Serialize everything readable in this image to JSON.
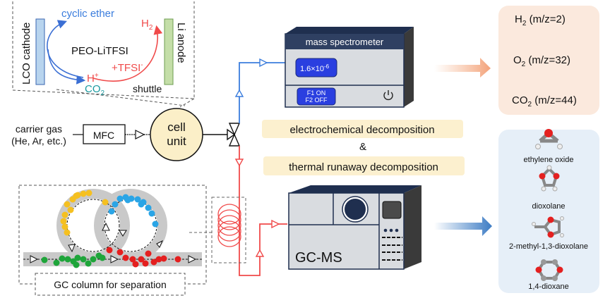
{
  "inset_top": {
    "cathode_label": "LCO cathode",
    "anode_label": "Li anode",
    "electrolyte_label": "PEO-LiTFSI",
    "cyclic_ether_label": "cyclic ether",
    "co2_label": "CO",
    "co2_sub": "2",
    "h2_label": "H",
    "h2_sub": "2",
    "h_plus_label": "H",
    "h_plus_sup": "+",
    "tfsi_label": "+TFSI",
    "tfsi_sup": "-",
    "shuttle_label": "shuttle"
  },
  "flow": {
    "carrier_gas_line1": "carrier gas",
    "carrier_gas_line2": "(He, Ar, etc.)",
    "mfc_label": "MFC",
    "cell_line1": "cell",
    "cell_line2": "unit"
  },
  "mass_spec": {
    "title": "mass spectrometer",
    "reading": "1.6×10",
    "reading_exp": "-6",
    "filament_line1": "F1 ON",
    "filament_line2": "F2 OFF",
    "power_icon": "power-icon"
  },
  "decomposition": {
    "line1": "electrochemical decomposition",
    "amp": "&",
    "line2": "thermal runaway decomposition"
  },
  "gcms": {
    "label": "GC-MS"
  },
  "gc_column": {
    "label": "GC column for separation"
  },
  "ms_products": [
    {
      "name": "H",
      "sub": "2",
      "mz": " (m/z=2)"
    },
    {
      "name": "O",
      "sub": "2",
      "mz": " (m/z=32)"
    },
    {
      "name": "CO",
      "sub": "2",
      "mz": " (m/z=44)"
    }
  ],
  "gc_products": [
    {
      "name": "ethylene oxide"
    },
    {
      "name": "dioxolane"
    },
    {
      "name": "2-methyl-1,3-dioxolane"
    },
    {
      "name": "1,4-dioxane"
    }
  ],
  "colors": {
    "blue_line": "#3b7ddd",
    "red_line": "#f04a4a",
    "ms_panel": "#fbe9dd",
    "gc_panel": "#e6eff8",
    "highlight": "#fcf0cf",
    "cell": "#fbefc8",
    "instrument_dark": "#1f2f4f",
    "display_blue": "#2a3fe0"
  }
}
